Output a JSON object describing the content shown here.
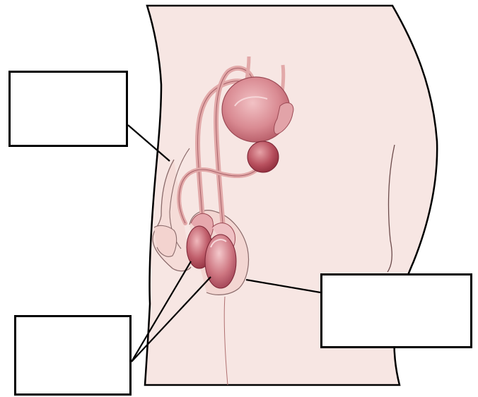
{
  "diagram": {
    "colors": {
      "skin_fill": "#f7e6e3",
      "outline": "#000000",
      "organ_light": "#e8a3a8",
      "organ_mid": "#c86a74",
      "organ_dark": "#9c3a48",
      "duct": "#e2a9a9",
      "arrow": "#000000"
    },
    "labels": [
      {
        "id": "top_left",
        "text": ""
      },
      {
        "id": "bottom_left",
        "text": ""
      },
      {
        "id": "right",
        "text": ""
      }
    ]
  }
}
